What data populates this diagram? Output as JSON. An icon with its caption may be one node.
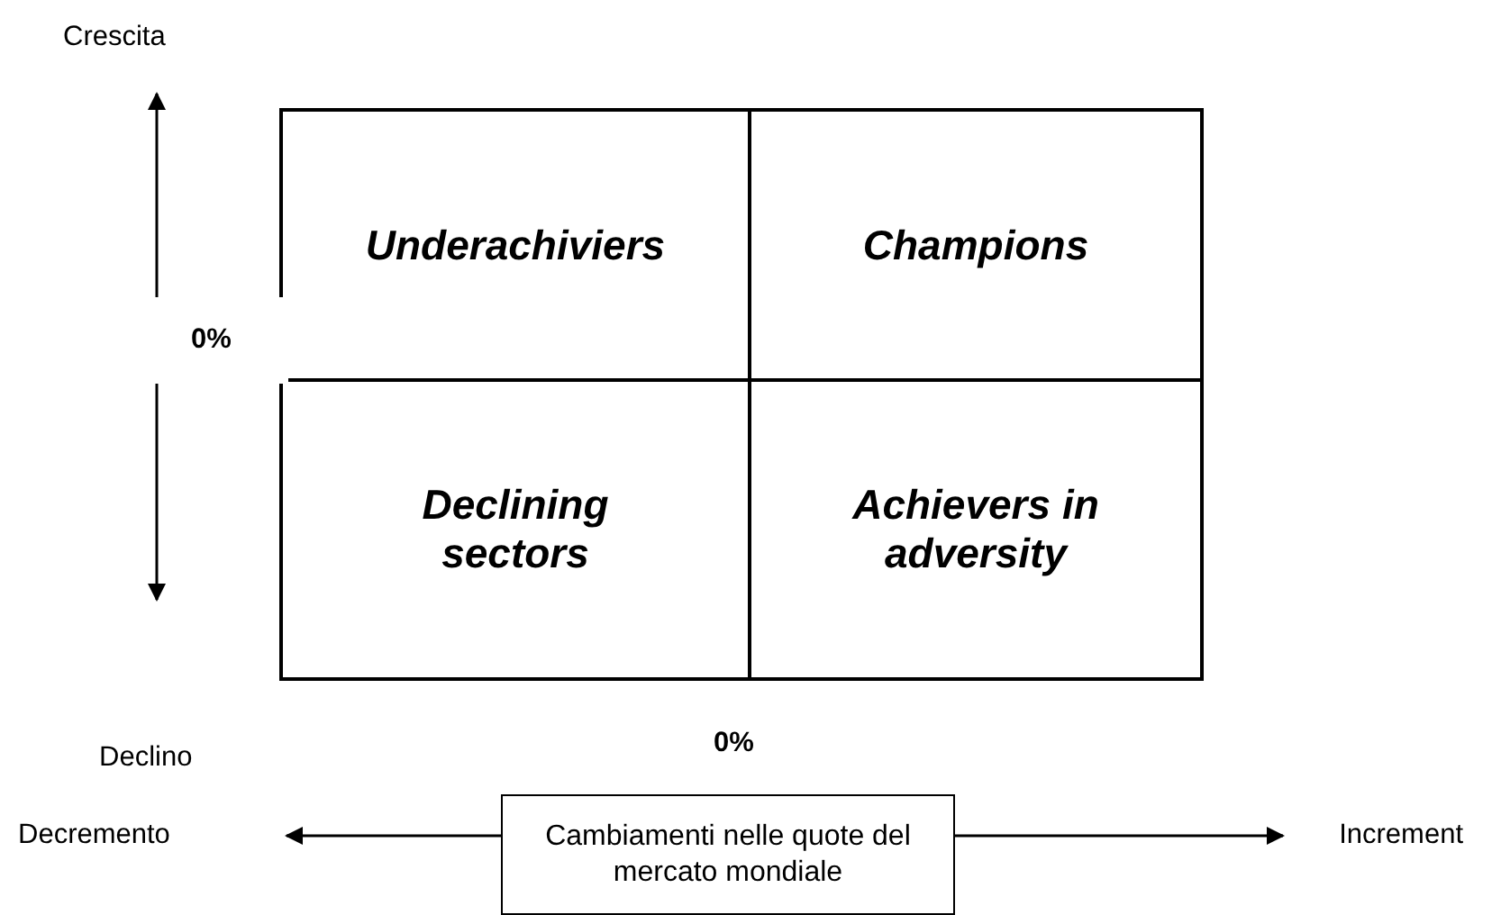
{
  "diagram": {
    "nodes": [
      {
        "text": [
          "Underachiviers"
        ]
      },
      {
        "text": [
          "Champions"
        ]
      },
      {
        "text": [
          "Declining sectors"
        ]
      },
      {
        "text": [
          "Achievers in adversity"
        ]
      },
      {
        "text": [
          "Cambiamenti nelle quote del mercato mondiale"
        ]
      },
      {
        "text": [
          "Decremento"
        ]
      },
      {
        "text": [
          "Increment"
        ]
      }
    ],
    "edges": [
      {
        "from": 4,
        "to": 5,
        "arrow": "to"
      },
      {
        "from": 4,
        "to": 6,
        "arrow": "to"
      }
    ],
    "labels": [
      "Crescita",
      "0%",
      "0%",
      "Declino"
    ]
  }
}
